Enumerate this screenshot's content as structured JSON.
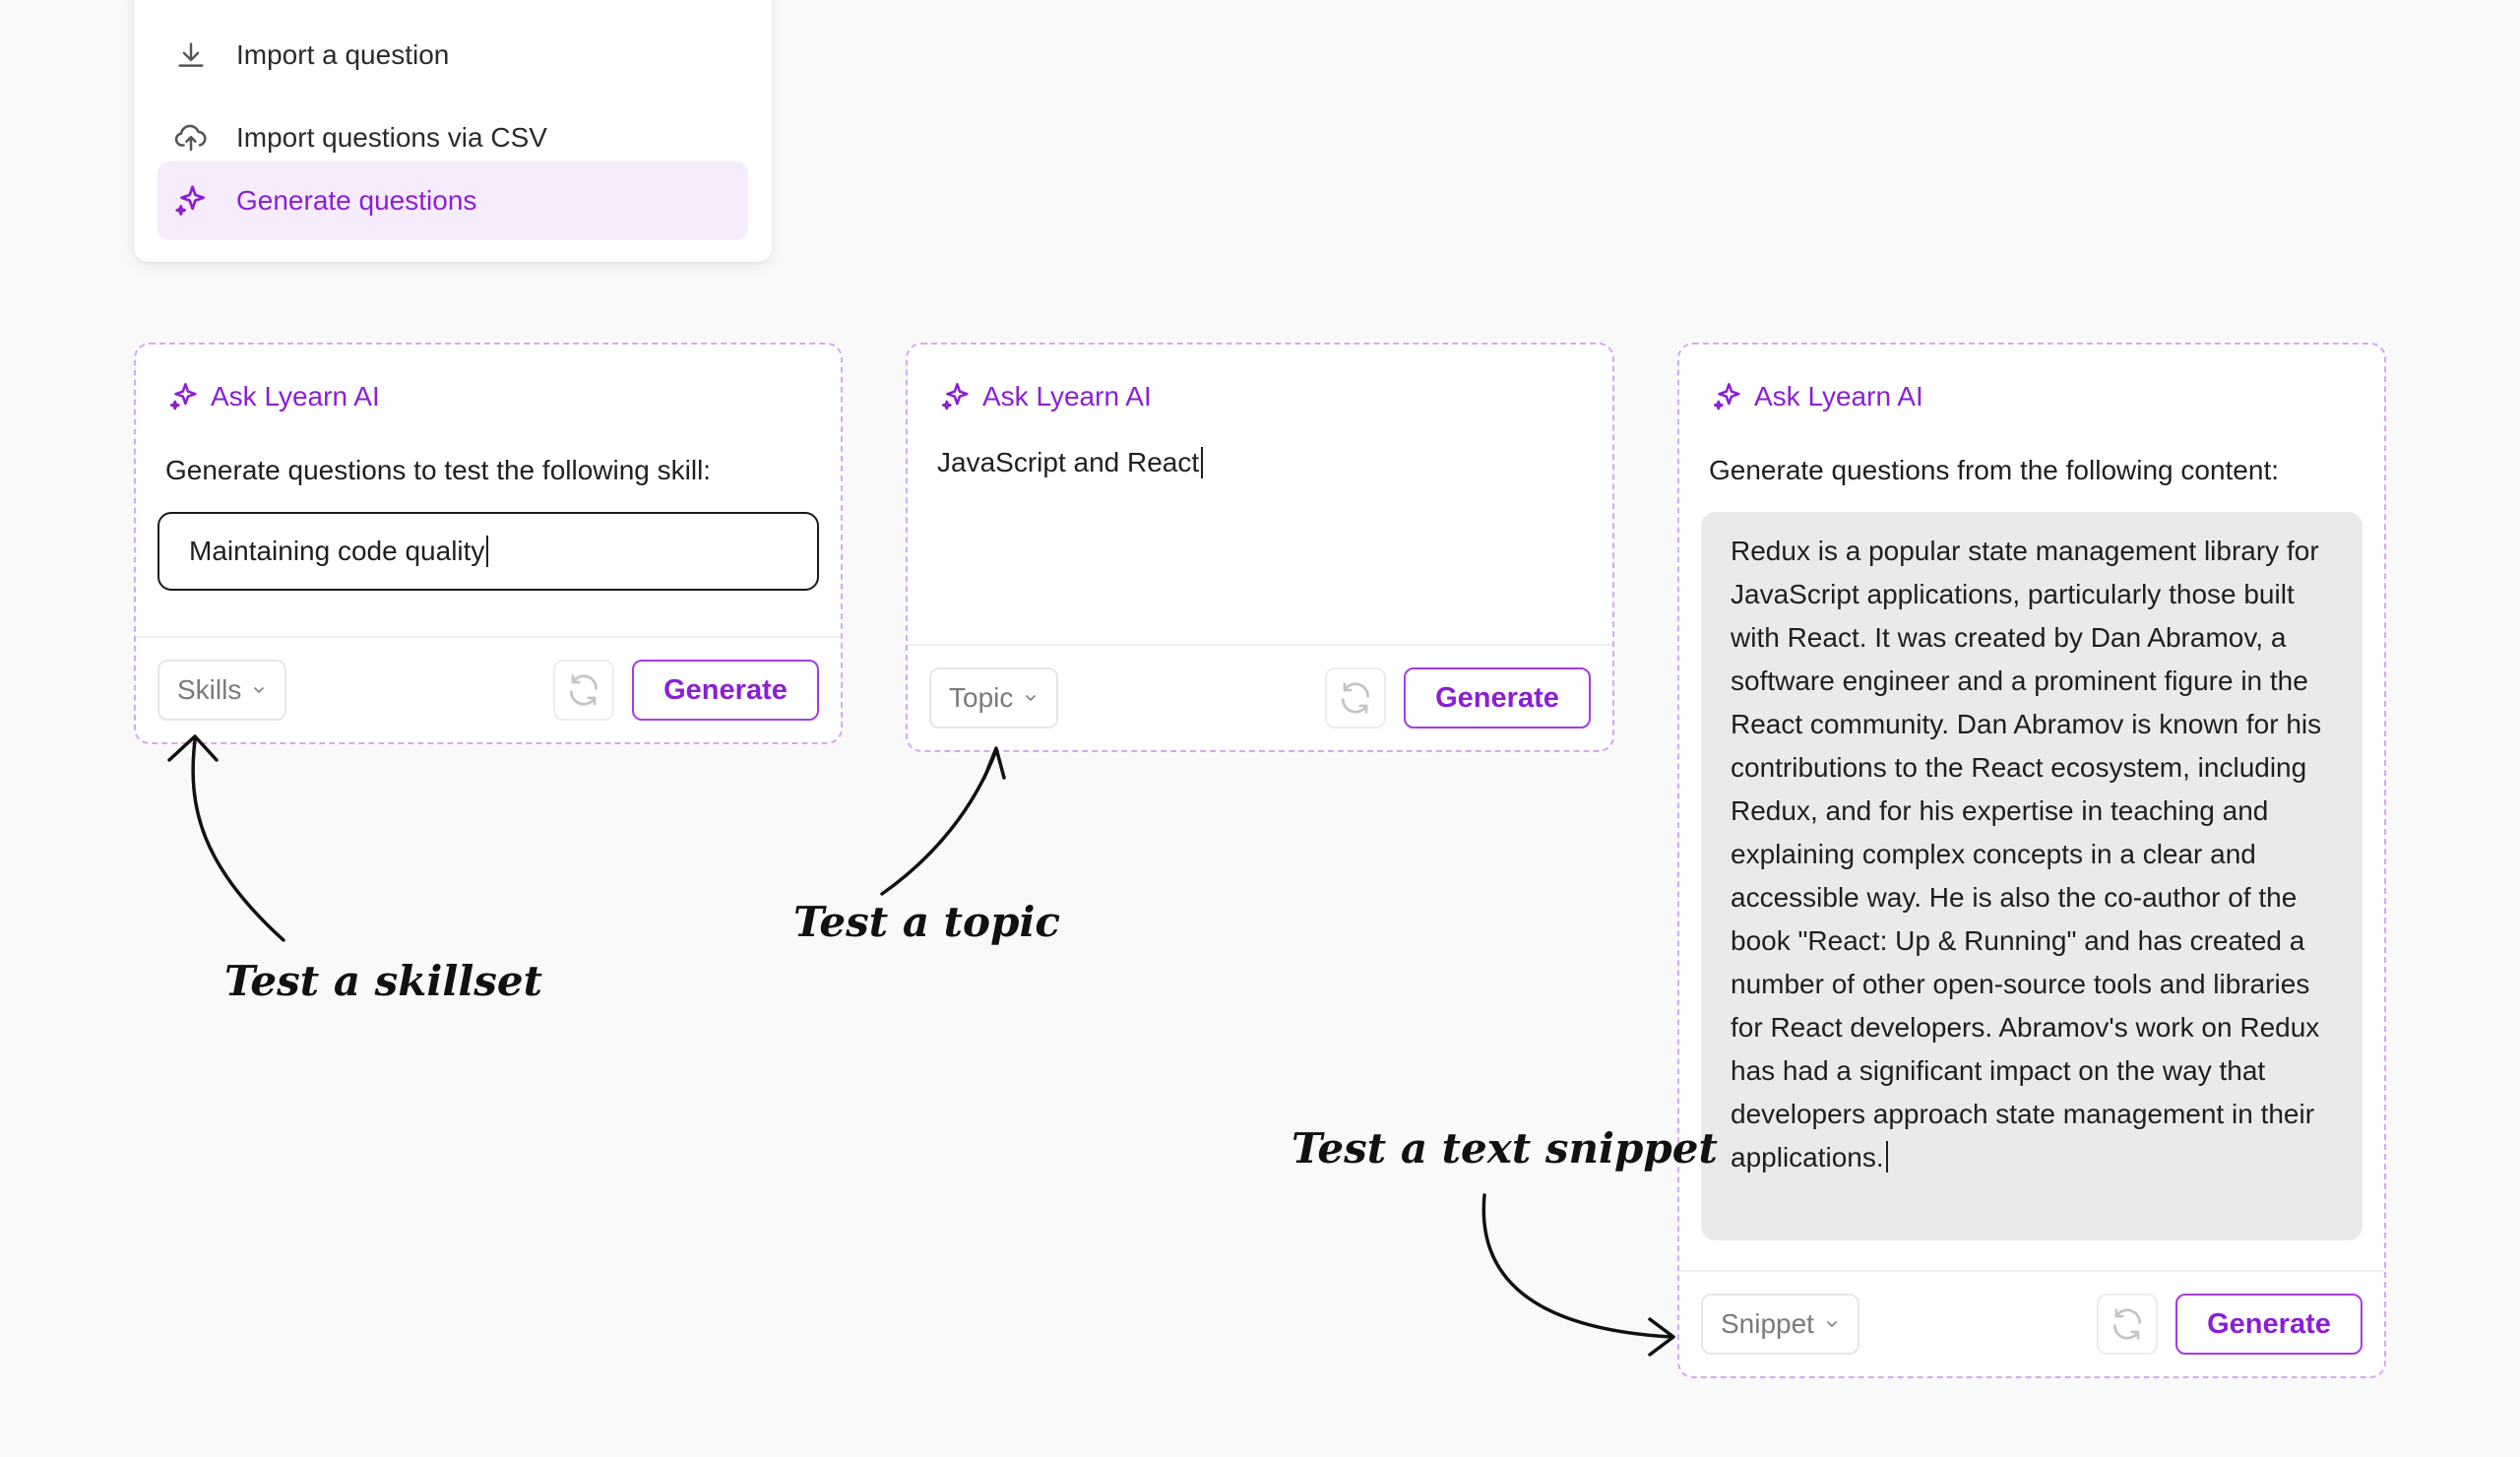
{
  "menu": {
    "items": [
      {
        "label": "Import a question",
        "icon": "download-icon"
      },
      {
        "label": "Import questions via CSV",
        "icon": "cloud-upload-icon"
      },
      {
        "label": "Generate questions",
        "icon": "sparkle-icon",
        "active": true
      }
    ]
  },
  "cards": {
    "skill": {
      "header": "Ask Lyearn AI",
      "prompt": "Generate questions to test the following skill:",
      "input_value": "Maintaining code quality",
      "select_label": "Skills",
      "generate_label": "Generate"
    },
    "topic": {
      "header": "Ask Lyearn AI",
      "input_value": "JavaScript and React",
      "select_label": "Topic",
      "generate_label": "Generate"
    },
    "snippet": {
      "header": "Ask Lyearn AI",
      "prompt": "Generate questions from the following content:",
      "content": "Redux is a popular state management library for JavaScript applications, particularly those built with React. It was created by Dan Abramov, a software engineer and a prominent figure in the React community. Dan Abramov is known for his contributions to the React ecosystem, including Redux, and for his expertise in teaching and explaining complex concepts in a clear and accessible way. He is also the co-author of the book \"React: Up & Running\" and has created a number of other open-source tools and libraries for React developers. Abramov's work on Redux has had a significant impact on the way that developers approach state management in their applications.",
      "select_label": "Snippet",
      "generate_label": "Generate"
    }
  },
  "annotations": {
    "skillset": "Test a skillset",
    "topic": "Test a topic",
    "snippet": "Test a text snippet"
  },
  "colors": {
    "accent": "#8a1fd4",
    "accent_bg": "#f6ecfd",
    "dashed_border": "#d5a9f3",
    "snippet_bg": "#eaeaea"
  }
}
